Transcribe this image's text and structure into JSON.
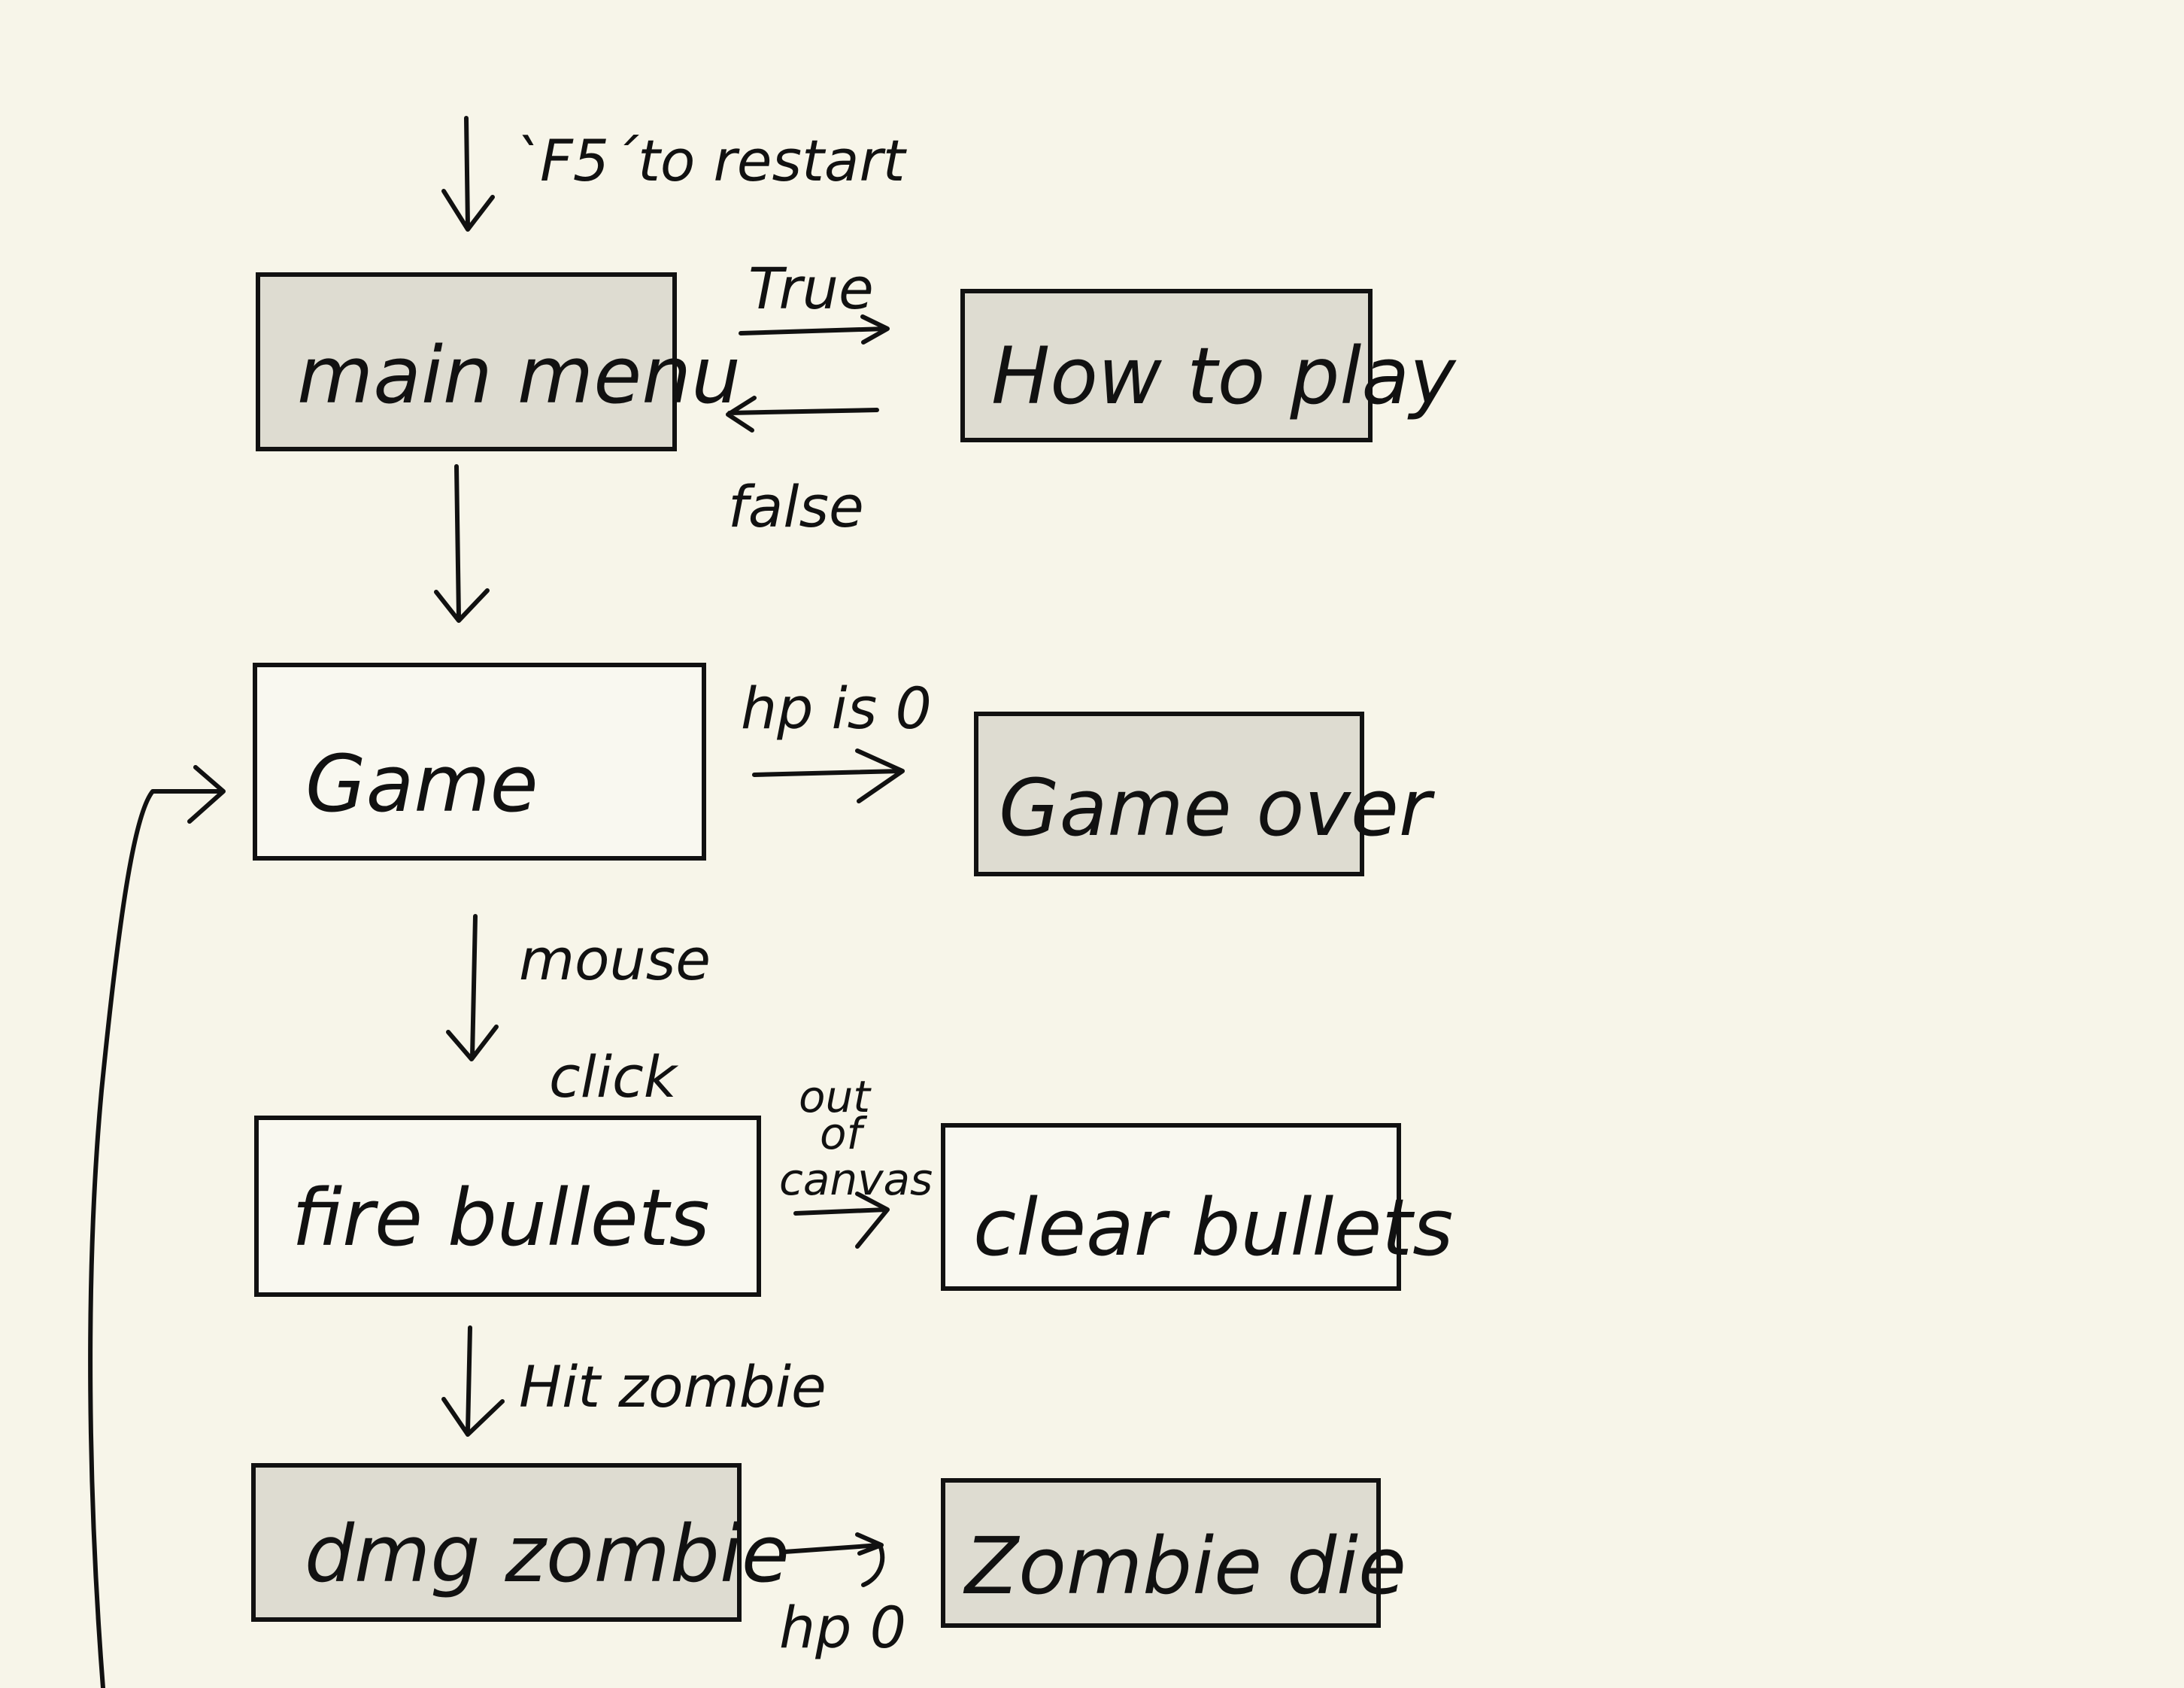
{
  "nodes": {
    "main_menu": "main menu",
    "how_to_play": "How to play",
    "game": "Game",
    "game_over": "Game over",
    "fire_bullets": "fire bullets",
    "clear_bullets": "clear bullets",
    "damage_zombie": "dmg zombie",
    "zombie_die": "Zombie die"
  },
  "edges": {
    "restart": "`F5´to restart",
    "true": "True",
    "false": "false",
    "hp_is_0": "hp is 0",
    "mouse": "mouse",
    "click": "click",
    "out": "out",
    "of": "of",
    "canvas": "canvas",
    "hit_zombie": "Hit zombie",
    "hp_0": "hp 0"
  },
  "colors": {
    "background": "#f7f5e9",
    "ink": "#111111",
    "gray_box": "#dedcd1",
    "white_box": "#f9f8f0"
  }
}
